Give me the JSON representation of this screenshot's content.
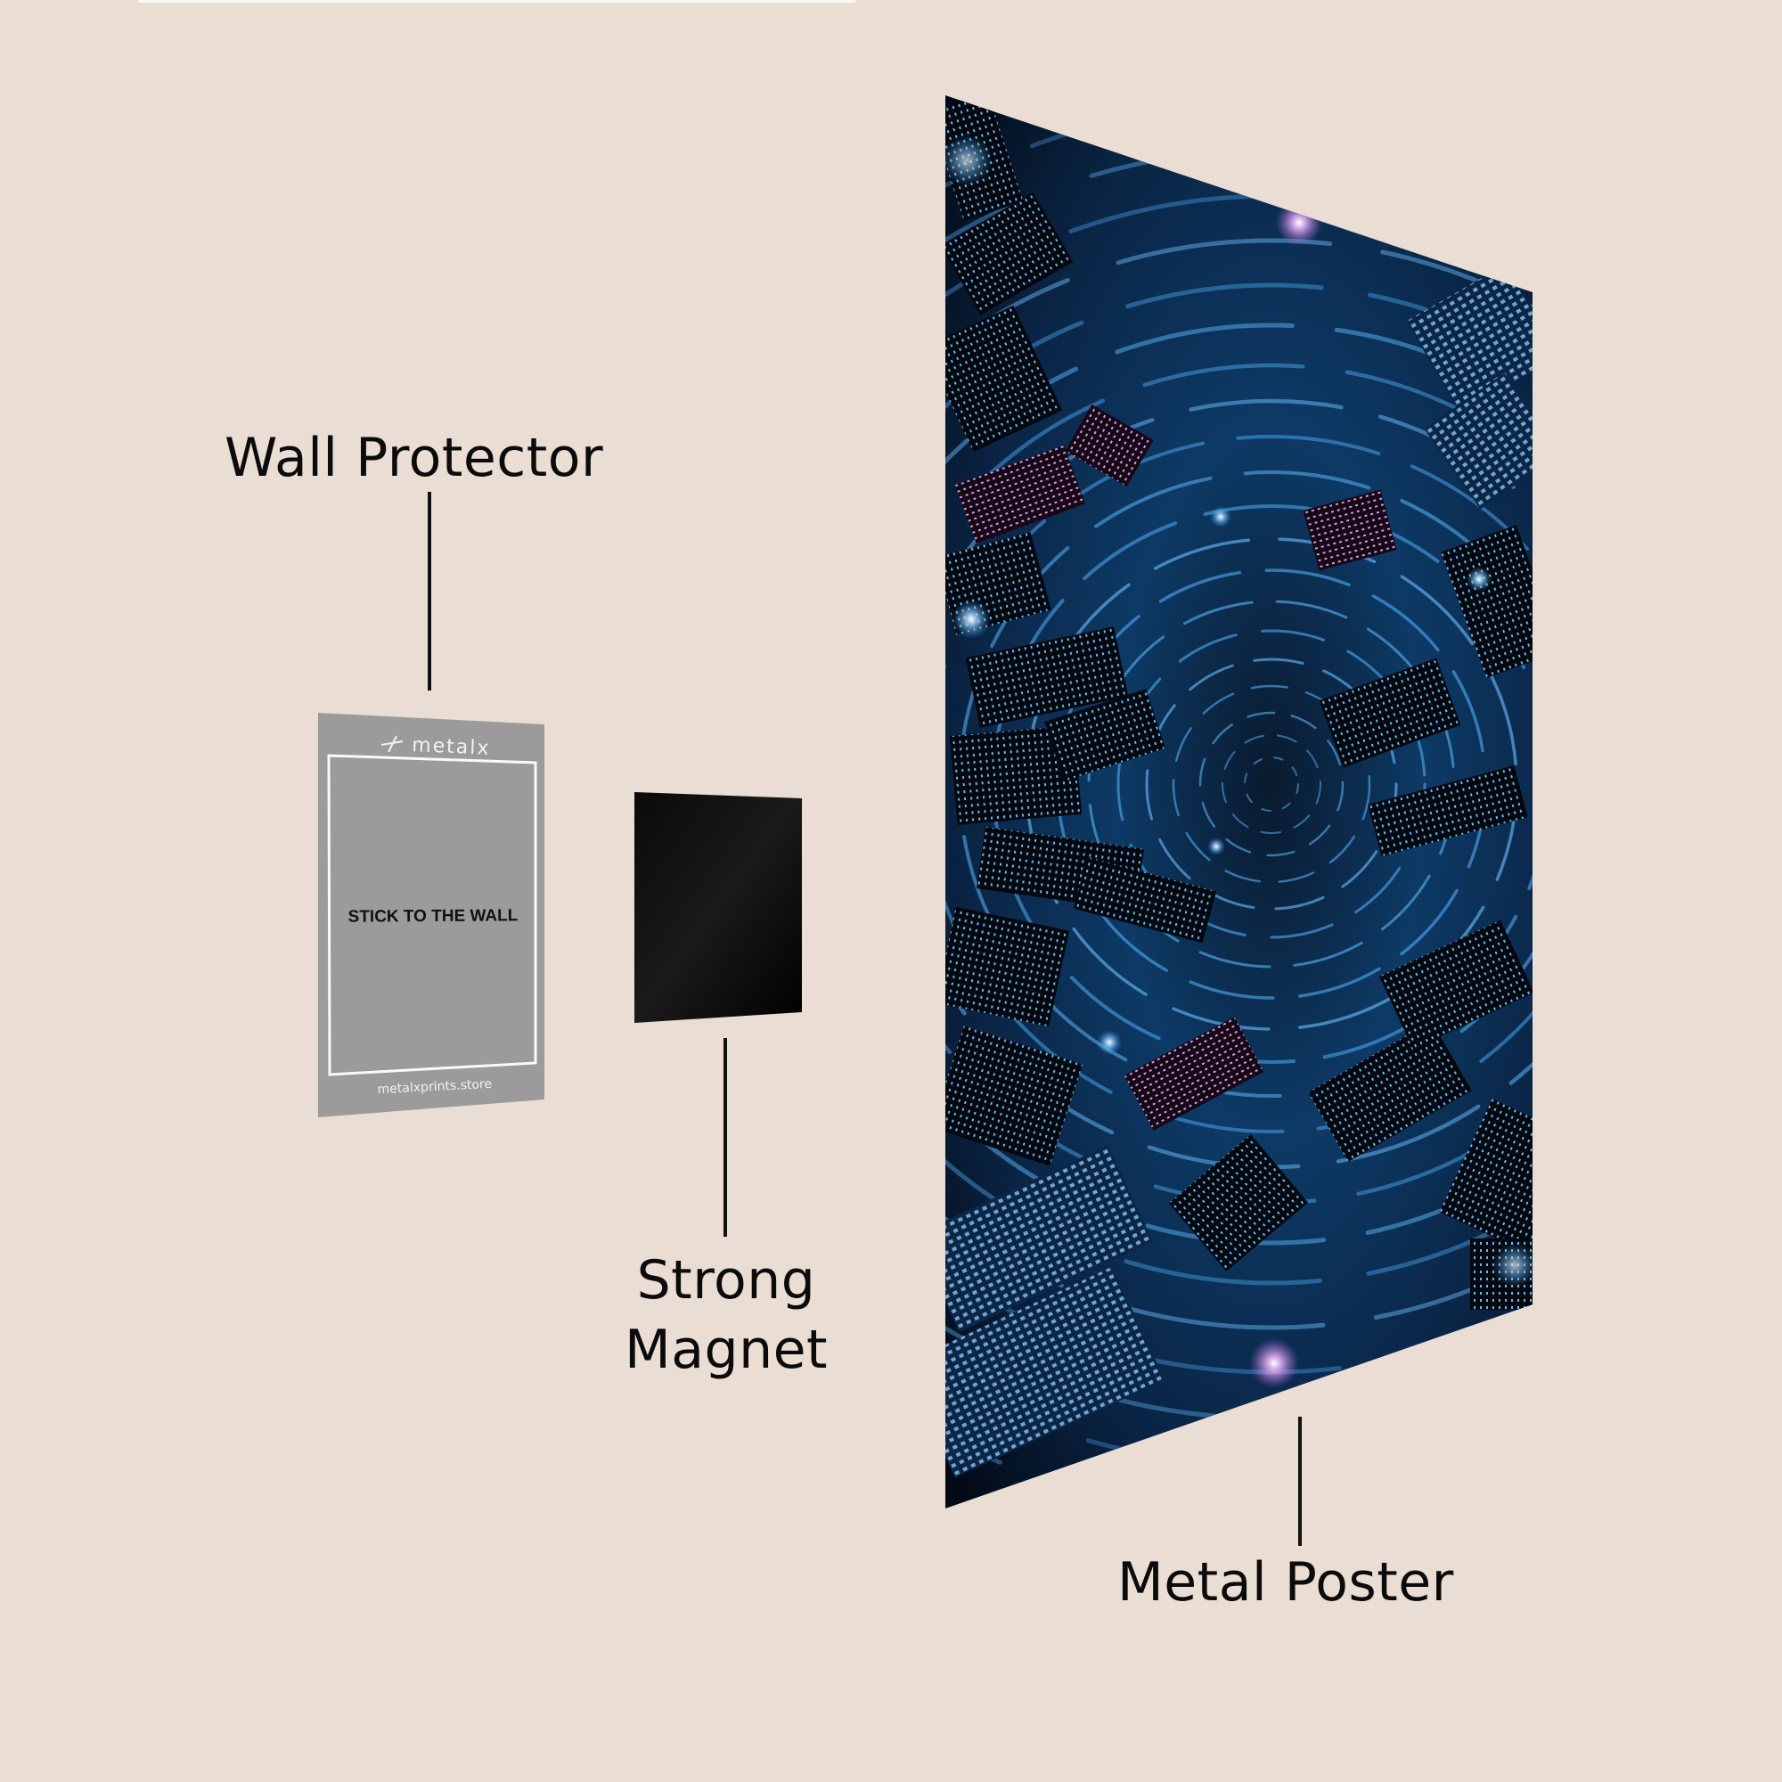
{
  "labels": {
    "wall_protector": "Wall Protector",
    "strong_magnet_line1": "Strong",
    "strong_magnet_line2": "Magnet",
    "metal_poster": "Metal Poster"
  },
  "wall_protector_card": {
    "brand": "metalx",
    "brand_icon": "metalx-logo-icon",
    "instruction": "STICK TO THE WALL",
    "website": "metalxprints.store"
  },
  "colors": {
    "background": "#E9DDD4",
    "protector_gray": "#9B9B9B",
    "magnet_black": "#050505",
    "poster_deep": "#04101F",
    "poster_accent": "#2E8BE0",
    "text": "#0B0B0B"
  }
}
